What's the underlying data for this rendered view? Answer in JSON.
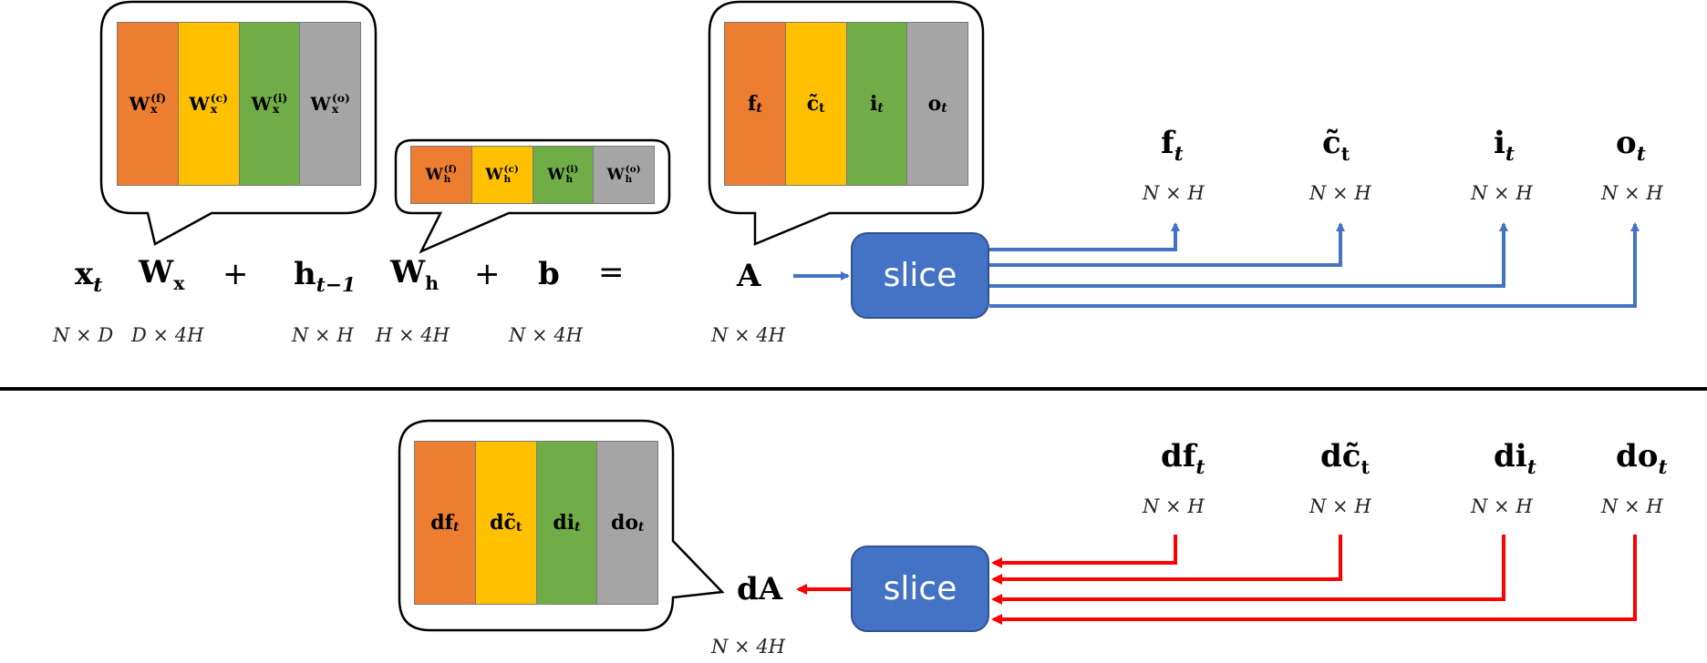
{
  "forward": {
    "equation": {
      "x_sym": "x",
      "x_sub": "t",
      "Wx_sym": "W",
      "Wx_sub": "x",
      "plus1": "+",
      "h_sym": "h",
      "h_sub": "t−1",
      "Wh_sym": "W",
      "Wh_sub": "h",
      "plus2": "+",
      "b_sym": "b",
      "equals": "=",
      "A_sym": "A"
    },
    "dims": {
      "x": "N × D",
      "Wx": "D × 4H",
      "h": "N × H",
      "Wh": "H × 4H",
      "b": "N × 4H",
      "A": "N × 4H"
    },
    "wx_bubble": [
      {
        "base": "W",
        "sub": "x",
        "sup": "(f)",
        "color": "#ed7d31"
      },
      {
        "base": "W",
        "sub": "x",
        "sup": "(c)",
        "color": "#ffc000"
      },
      {
        "base": "W",
        "sub": "x",
        "sup": "(i)",
        "color": "#70ad47"
      },
      {
        "base": "W",
        "sub": "x",
        "sup": "(o)",
        "color": "#a5a5a5"
      }
    ],
    "wh_bubble": [
      {
        "base": "W",
        "sub": "h",
        "sup": "(f)",
        "color": "#ed7d31"
      },
      {
        "base": "W",
        "sub": "h",
        "sup": "(c)",
        "color": "#ffc000"
      },
      {
        "base": "W",
        "sub": "h",
        "sup": "(i)",
        "color": "#70ad47"
      },
      {
        "base": "W",
        "sub": "h",
        "sup": "(o)",
        "color": "#a5a5a5"
      }
    ],
    "a_bubble": [
      {
        "base": "f",
        "sub": "t",
        "color": "#ed7d31"
      },
      {
        "base": "c̃",
        "sub": "t",
        "color": "#ffc000"
      },
      {
        "base": "i",
        "sub": "t",
        "color": "#70ad47"
      },
      {
        "base": "o",
        "sub": "t",
        "color": "#a5a5a5"
      }
    ],
    "slice_label": "slice",
    "outputs": [
      {
        "base": "f",
        "sub": "t",
        "dim": "N × H"
      },
      {
        "base": "c̃",
        "sub": "t",
        "dim": "N × H"
      },
      {
        "base": "i",
        "sub": "t",
        "dim": "N × H"
      },
      {
        "base": "o",
        "sub": "t",
        "dim": "N × H"
      }
    ],
    "arrow_color": "#4472c4"
  },
  "backward": {
    "dA_sym": "dA",
    "dA_dim": "N × 4H",
    "da_bubble": [
      {
        "base": "df",
        "sub": "t",
        "color": "#ed7d31"
      },
      {
        "base": "dc̃",
        "sub": "t",
        "color": "#ffc000"
      },
      {
        "base": "di",
        "sub": "t",
        "color": "#70ad47"
      },
      {
        "base": "do",
        "sub": "t",
        "color": "#a5a5a5"
      }
    ],
    "slice_label": "slice",
    "inputs": [
      {
        "base": "df",
        "sub": "t",
        "dim": "N × H"
      },
      {
        "base": "dc̃",
        "sub": "t",
        "dim": "N × H"
      },
      {
        "base": "di",
        "sub": "t",
        "dim": "N × H"
      },
      {
        "base": "do",
        "sub": "t",
        "dim": "N × H"
      }
    ],
    "arrow_color": "#ff0000"
  }
}
